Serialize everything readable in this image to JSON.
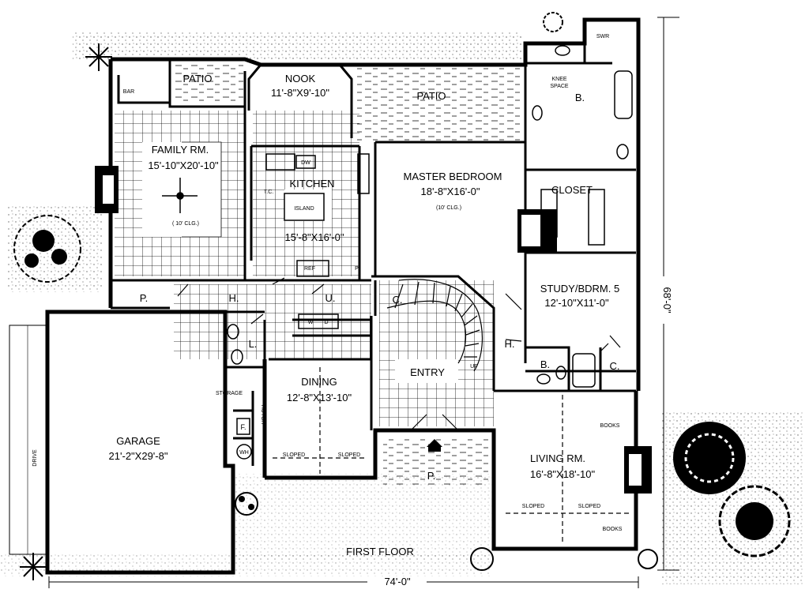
{
  "plan_title": "FIRST FLOOR",
  "dimensions": {
    "width": "74'-0\"",
    "depth": "68'-0\""
  },
  "rooms": {
    "patio_left": {
      "name": "PATIO"
    },
    "bar": {
      "name": "BAR"
    },
    "nook": {
      "name": "NOOK",
      "size": "11'-8\"X9'-10\""
    },
    "patio_center": {
      "name": "PATIO"
    },
    "knee_space": {
      "line1": "KNEE",
      "line2": "SPACE"
    },
    "swr": {
      "name": "SWR"
    },
    "bath_master": {
      "name": "B."
    },
    "family": {
      "name": "FAMILY RM.",
      "size": "15'-10\"X20'-10\"",
      "ceiling": "( 10' CLG.)"
    },
    "kitchen": {
      "name": "KITCHEN",
      "size": "15'-8\"X16'-0\"",
      "island": "ISLAND",
      "dw": "DW",
      "tc": "T.C.",
      "ref": "REF",
      "pantry": "P."
    },
    "master": {
      "name": "MASTER BEDROOM",
      "size": "18'-8\"X16'-0\"",
      "ceiling": "(10' CLG.)"
    },
    "closet": {
      "name": "CLOSET"
    },
    "pantry_hall": {
      "name": "P."
    },
    "hall1": {
      "name": "H."
    },
    "utility": {
      "name": "U.",
      "w": "W",
      "d": "D"
    },
    "coat": {
      "name": "C."
    },
    "study": {
      "name": "STUDY/BDRM. 5",
      "size": "12'-10\"X11'-0\""
    },
    "hall2": {
      "name": "H."
    },
    "laundry": {
      "name": "L."
    },
    "bath2": {
      "name": "B."
    },
    "closet2": {
      "name": "C."
    },
    "dining": {
      "name": "DINING",
      "size": "12'-8\"X13'-10\"",
      "sloped_l": "SLOPED",
      "sloped_r": "SLOPED"
    },
    "entry": {
      "name": "ENTRY",
      "up": "UP"
    },
    "storage": {
      "name": "STORAGE"
    },
    "hutch": {
      "name": "HUTCH"
    },
    "furnace": {
      "name": "F."
    },
    "water_heater": {
      "name": "WH"
    },
    "garage": {
      "name": "GARAGE",
      "size": "21'-2\"X29'-8\""
    },
    "drive": {
      "name": "DRIVE"
    },
    "porch": {
      "name": "P."
    },
    "living": {
      "name": "LIVING RM.",
      "size": "16'-8\"X18'-10\"",
      "sloped_l": "SLOPED",
      "sloped_r": "SLOPED",
      "books_top": "BOOKS",
      "books_bottom": "BOOKS"
    }
  }
}
